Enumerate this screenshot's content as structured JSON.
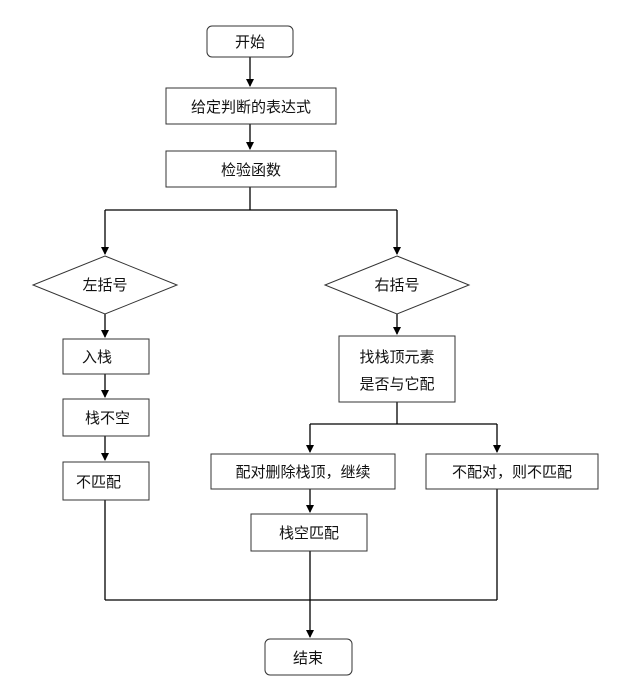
{
  "flowchart": {
    "start": "开始",
    "input": "给定判断的表达式",
    "check": "检验函数",
    "left_decision": "左括号",
    "right_decision": "右括号",
    "push": "入栈",
    "stack_not_empty": "栈不空",
    "no_match_left": "不匹配",
    "find_top_line1": "找栈顶元素",
    "find_top_line2": "是否与它配",
    "match_pop": "配对删除栈顶，继续",
    "no_match_right": "不配对，则不匹配",
    "stack_empty_match": "栈空匹配",
    "end": "结束"
  }
}
